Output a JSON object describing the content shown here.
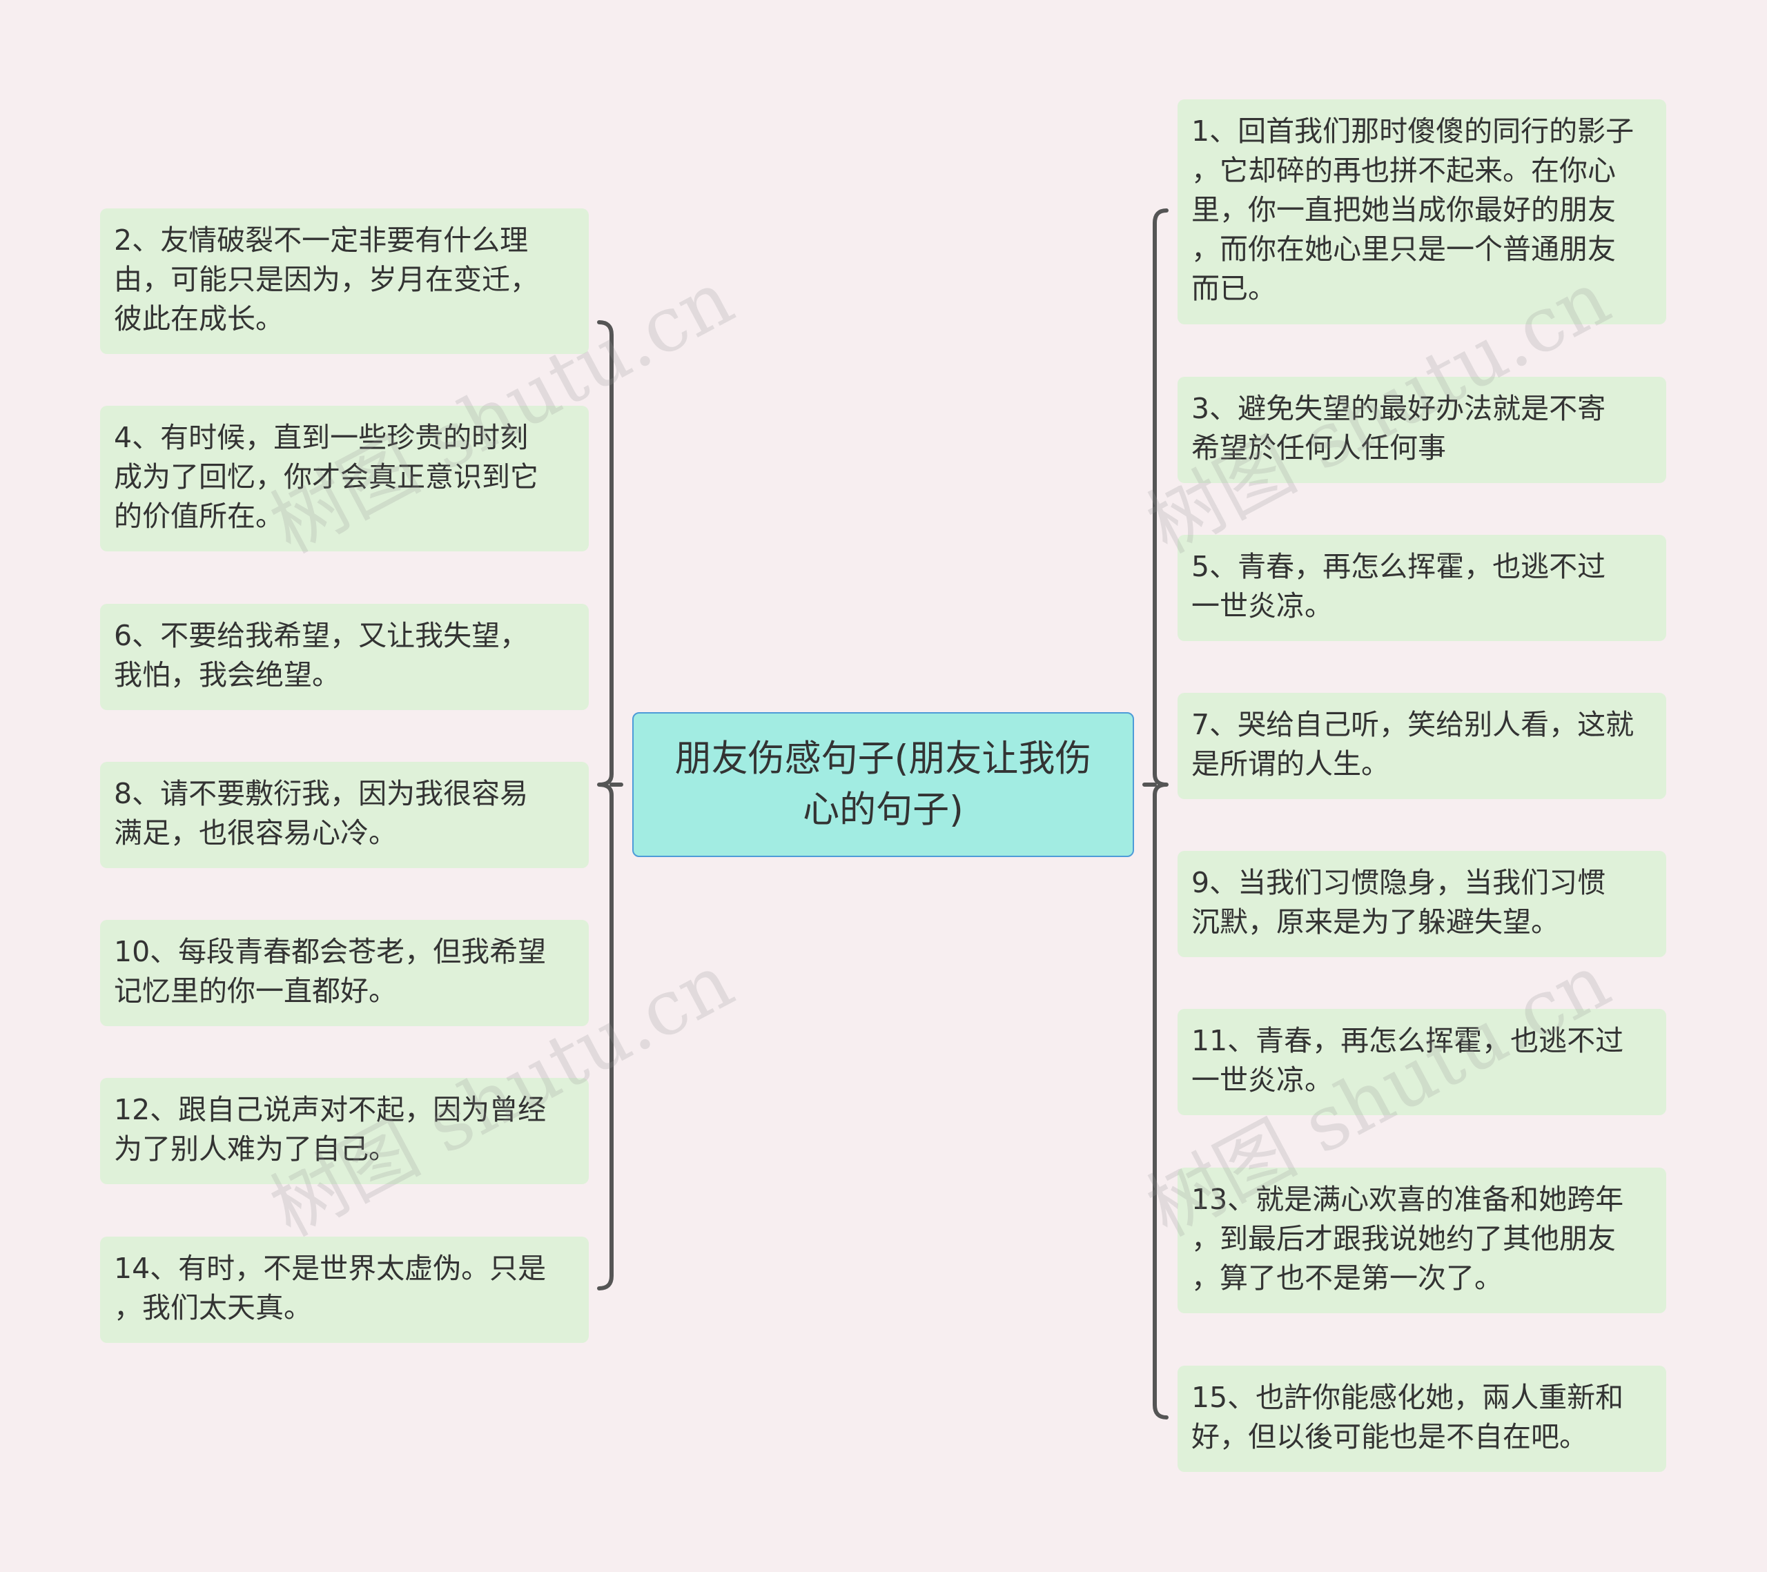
{
  "diagram": {
    "center": {
      "lines": [
        "朋友伤感句子(朋友让我伤",
        "心的句子)"
      ]
    },
    "left_nodes": [
      {
        "lines": [
          "2、友情破裂不一定非要有什么理",
          "由，可能只是因为，岁月在变迁，",
          "彼此在成长。"
        ]
      },
      {
        "lines": [
          "4、有时候，直到一些珍贵的时刻",
          "成为了回忆，你才会真正意识到它",
          "的价值所在。"
        ]
      },
      {
        "lines": [
          "6、不要给我希望，又让我失望，",
          "我怕，我会绝望。"
        ]
      },
      {
        "lines": [
          "8、请不要敷衍我，因为我很容易",
          "满足，也很容易心冷。"
        ]
      },
      {
        "lines": [
          "10、每段青春都会苍老，但我希望",
          "记忆里的你一直都好。"
        ]
      },
      {
        "lines": [
          "12、跟自己说声对不起，因为曾经",
          "为了别人难为了自己。"
        ]
      },
      {
        "lines": [
          "14、有时，不是世界太虚伪。只是",
          "，我们太天真。"
        ]
      }
    ],
    "right_nodes": [
      {
        "lines": [
          "1、回首我们那时傻傻的同行的影子",
          "，它却碎的再也拼不起来。在你心",
          "里，你一直把她当成你最好的朋友",
          "，而你在她心里只是一个普通朋友",
          "而已。"
        ]
      },
      {
        "lines": [
          "3、避免失望的最好办法就是不寄",
          "希望於任何人任何事"
        ]
      },
      {
        "lines": [
          "5、青春，再怎么挥霍，也逃不过",
          "一世炎凉。"
        ]
      },
      {
        "lines": [
          "7、哭给自己听，笑给别人看，这就",
          "是所谓的人生。"
        ]
      },
      {
        "lines": [
          "9、当我们习惯隐身，当我们习惯",
          "沉默，原来是为了躲避失望。"
        ]
      },
      {
        "lines": [
          "11、青春，再怎么挥霍，也逃不过",
          "一世炎凉。"
        ]
      },
      {
        "lines": [
          "13、就是满心欢喜的准备和她跨年",
          "，到最后才跟我说她约了其他朋友",
          "，算了也不是第一次了。"
        ]
      },
      {
        "lines": [
          "15、也許你能感化她，兩人重新和",
          "好，但以後可能也是不自在吧。"
        ]
      }
    ]
  },
  "watermark": "树图 shutu.cn",
  "colors": {
    "background": "#f7eef0",
    "node_fill": "#dff1d9",
    "center_fill": "#a2ece2",
    "center_border": "#4d9bd8",
    "connector": "#555555"
  }
}
